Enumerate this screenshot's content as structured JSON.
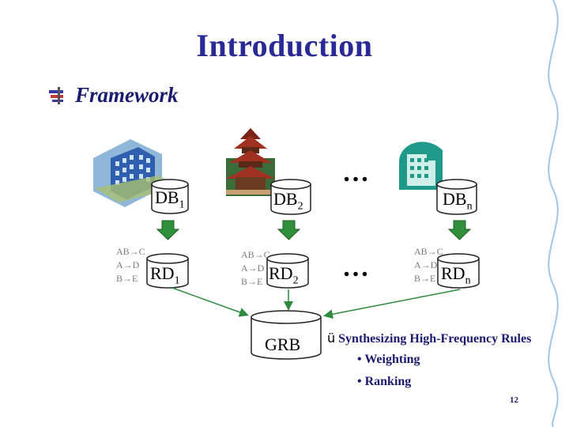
{
  "slide": {
    "title": "Introduction",
    "bullet": "Framework",
    "databases": [
      {
        "name": "DB",
        "sub": "1"
      },
      {
        "name": "DB",
        "sub": "2"
      },
      {
        "name": "DB",
        "sub": "n"
      }
    ],
    "rule_bases": [
      {
        "name": "RD",
        "sub": "1"
      },
      {
        "name": "RD",
        "sub": "2"
      },
      {
        "name": "RD",
        "sub": "n"
      }
    ],
    "rules": [
      "AB→C",
      "A→D",
      "B→E"
    ],
    "ellipsis": "…",
    "global": "GRB",
    "synthesis": {
      "check": "ü",
      "text": "Synthesizing High-Frequency Rules",
      "items": [
        "• Weighting",
        "• Ranking"
      ]
    },
    "page_number": "12"
  },
  "colors": {
    "title": "#2a2a96",
    "arrow_fill": "#2f8f3a",
    "wave": "#9fc6e8",
    "connector": "#2e8b3e"
  },
  "icons": [
    "bullet-icon",
    "office-building-icon",
    "pagoda-icon",
    "green-building-icon"
  ]
}
